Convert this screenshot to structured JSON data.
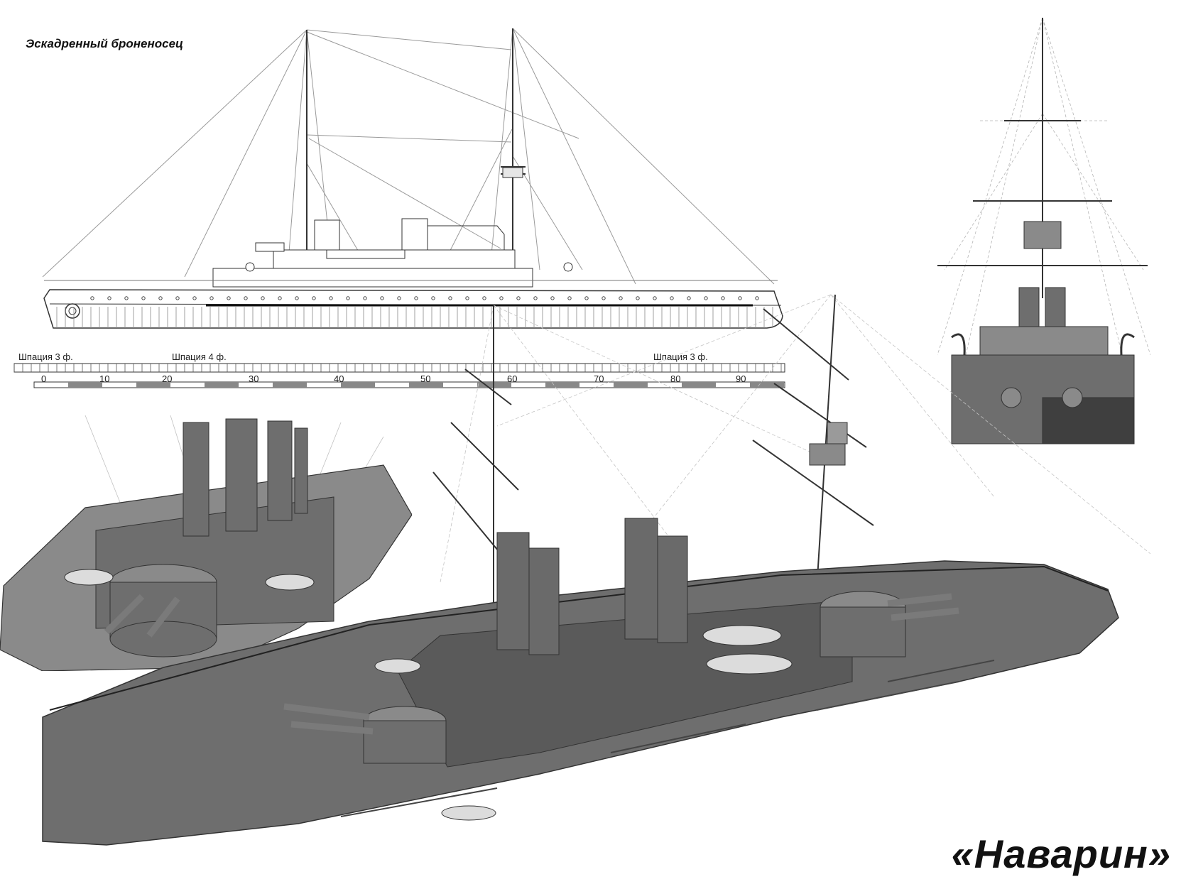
{
  "subtitle": "Эскадренный броненосец",
  "title": "«Наварин»",
  "scale": {
    "spacing_labels": [
      "Шпация 3 ф.",
      "Шпация 4 ф.",
      "Шпация 3 ф."
    ],
    "ticks": [
      "0",
      "10",
      "20",
      "30",
      "40",
      "50",
      "60",
      "70",
      "80",
      "90"
    ]
  },
  "colors": {
    "hull": "#6e6e6e",
    "hull_dark": "#4f4f4f",
    "deck": "#8a8a8a",
    "line": "#333333",
    "rigging": "#bdbdbd",
    "background": "#ffffff"
  }
}
